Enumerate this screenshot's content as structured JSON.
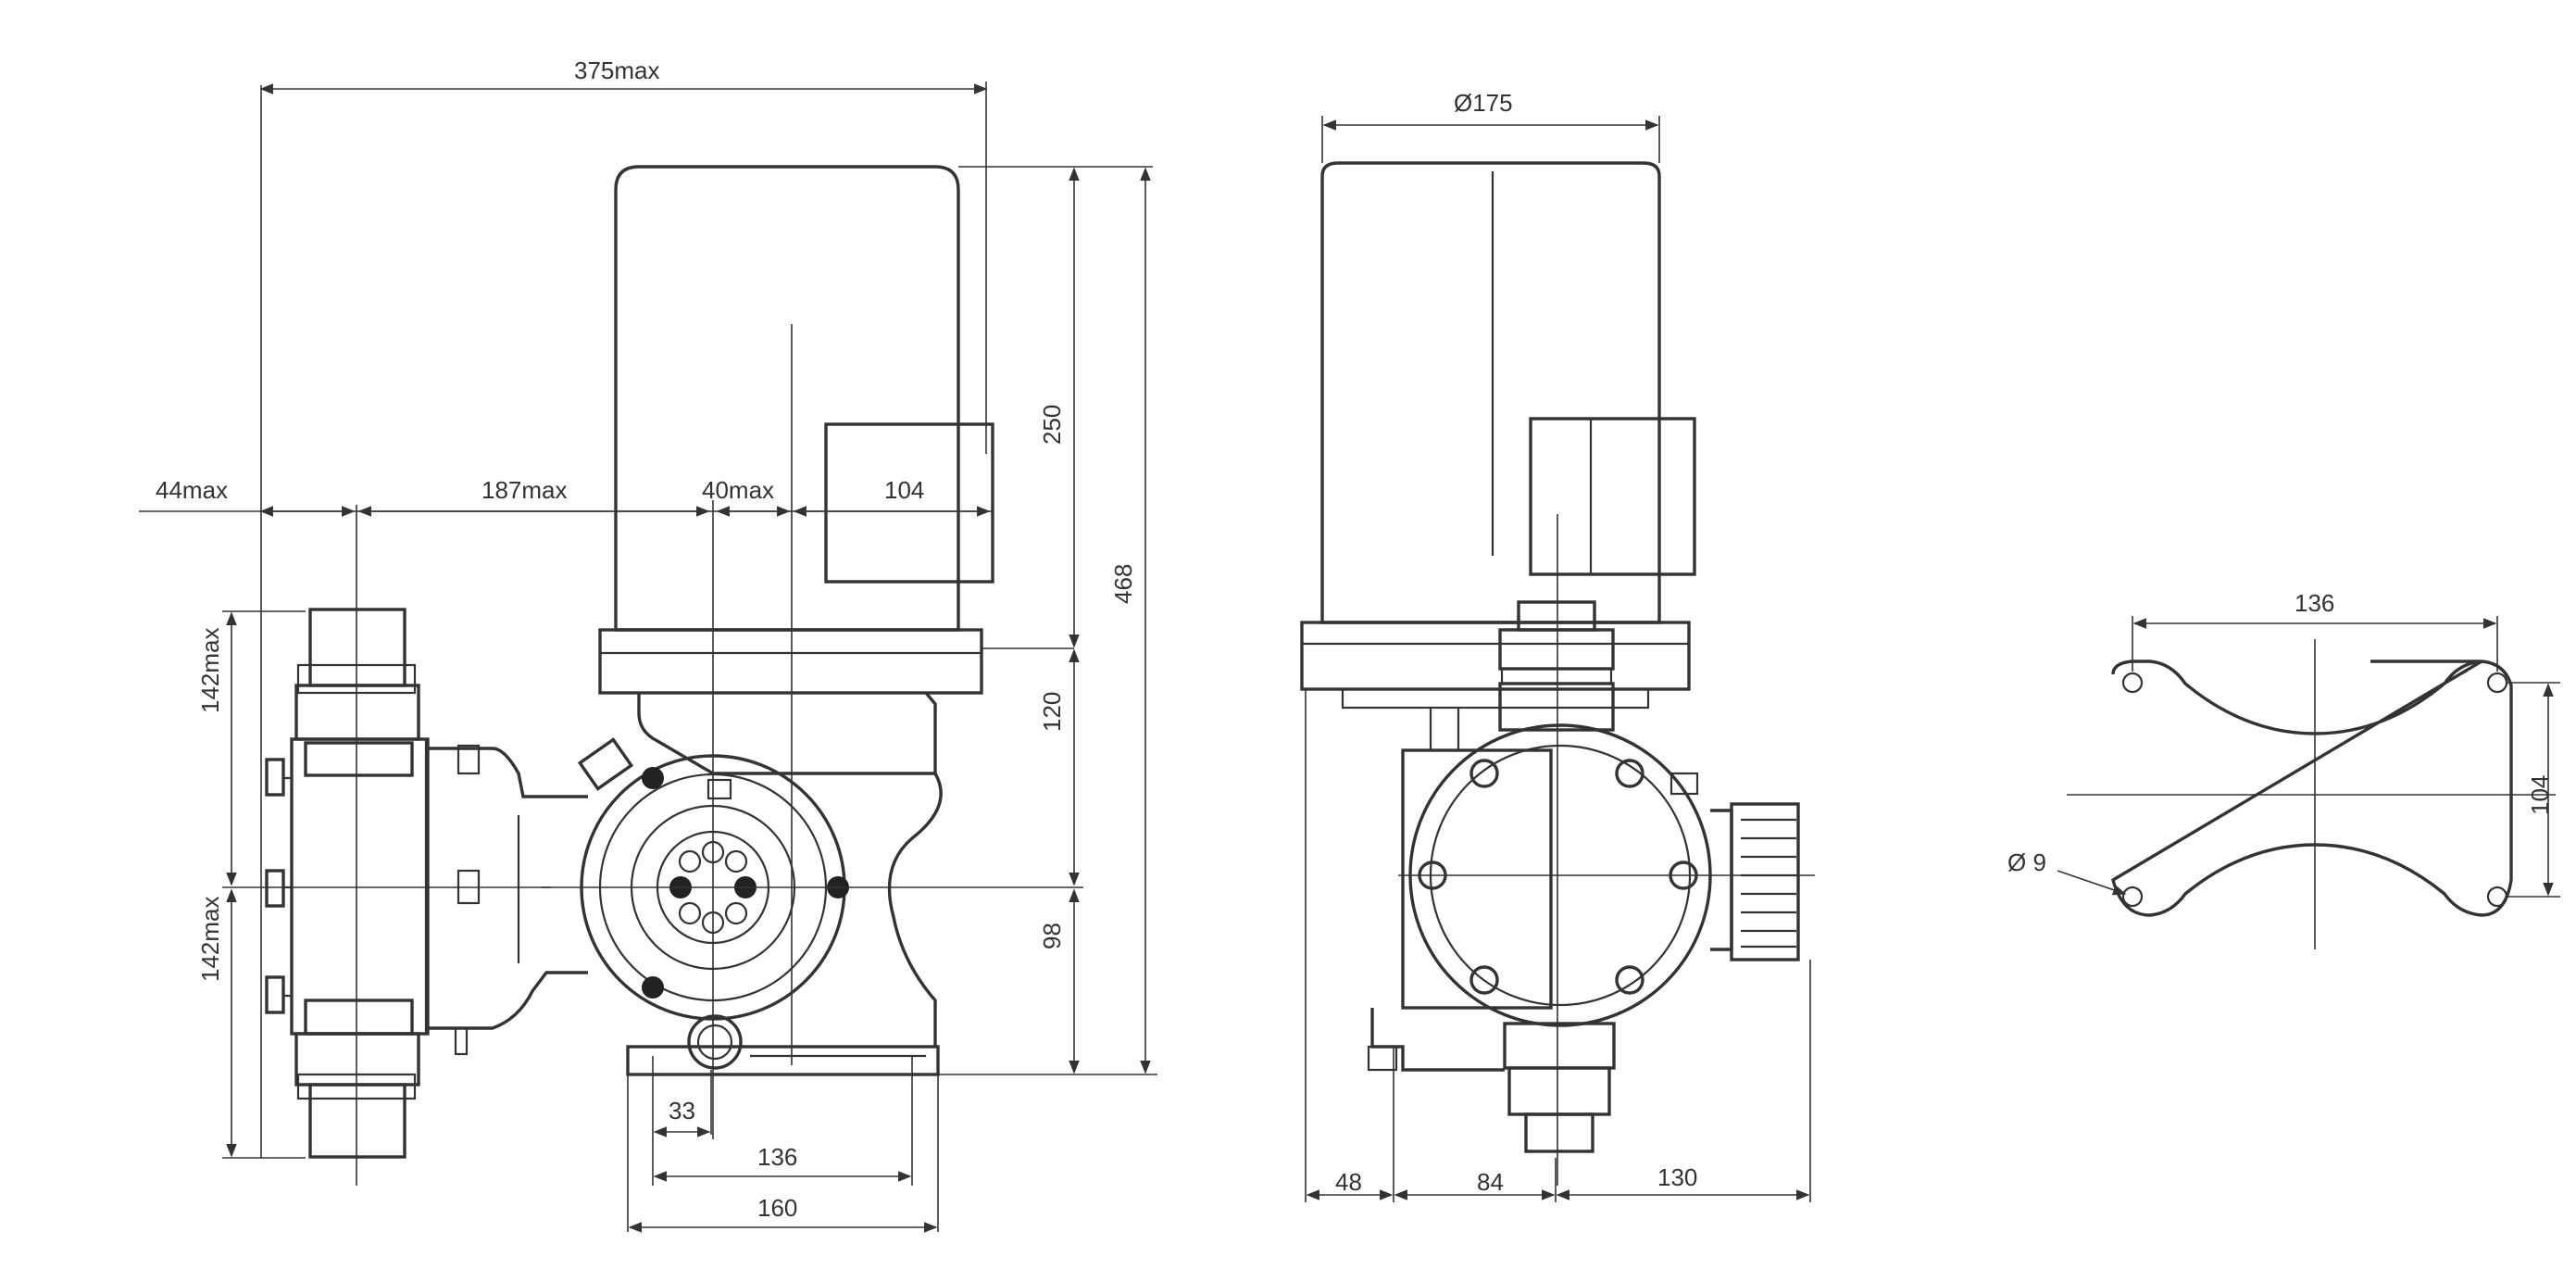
{
  "front_view": {
    "dim_375max": "375max",
    "dim_44max": "44max",
    "dim_187max": "187max",
    "dim_40max": "40max",
    "dim_104": "104",
    "dim_250": "250",
    "dim_468": "468",
    "dim_120": "120",
    "dim_98": "98",
    "dim_142max_upper": "142max",
    "dim_142max_lower": "142max",
    "dim_33": "33",
    "dim_136": "136",
    "dim_160": "160"
  },
  "side_view": {
    "dim_d175": "Ø175",
    "dim_48": "48",
    "dim_84": "84",
    "dim_130": "130"
  },
  "base_plate": {
    "dim_136": "136",
    "dim_104": "104",
    "dim_hole": "Ø 9"
  }
}
